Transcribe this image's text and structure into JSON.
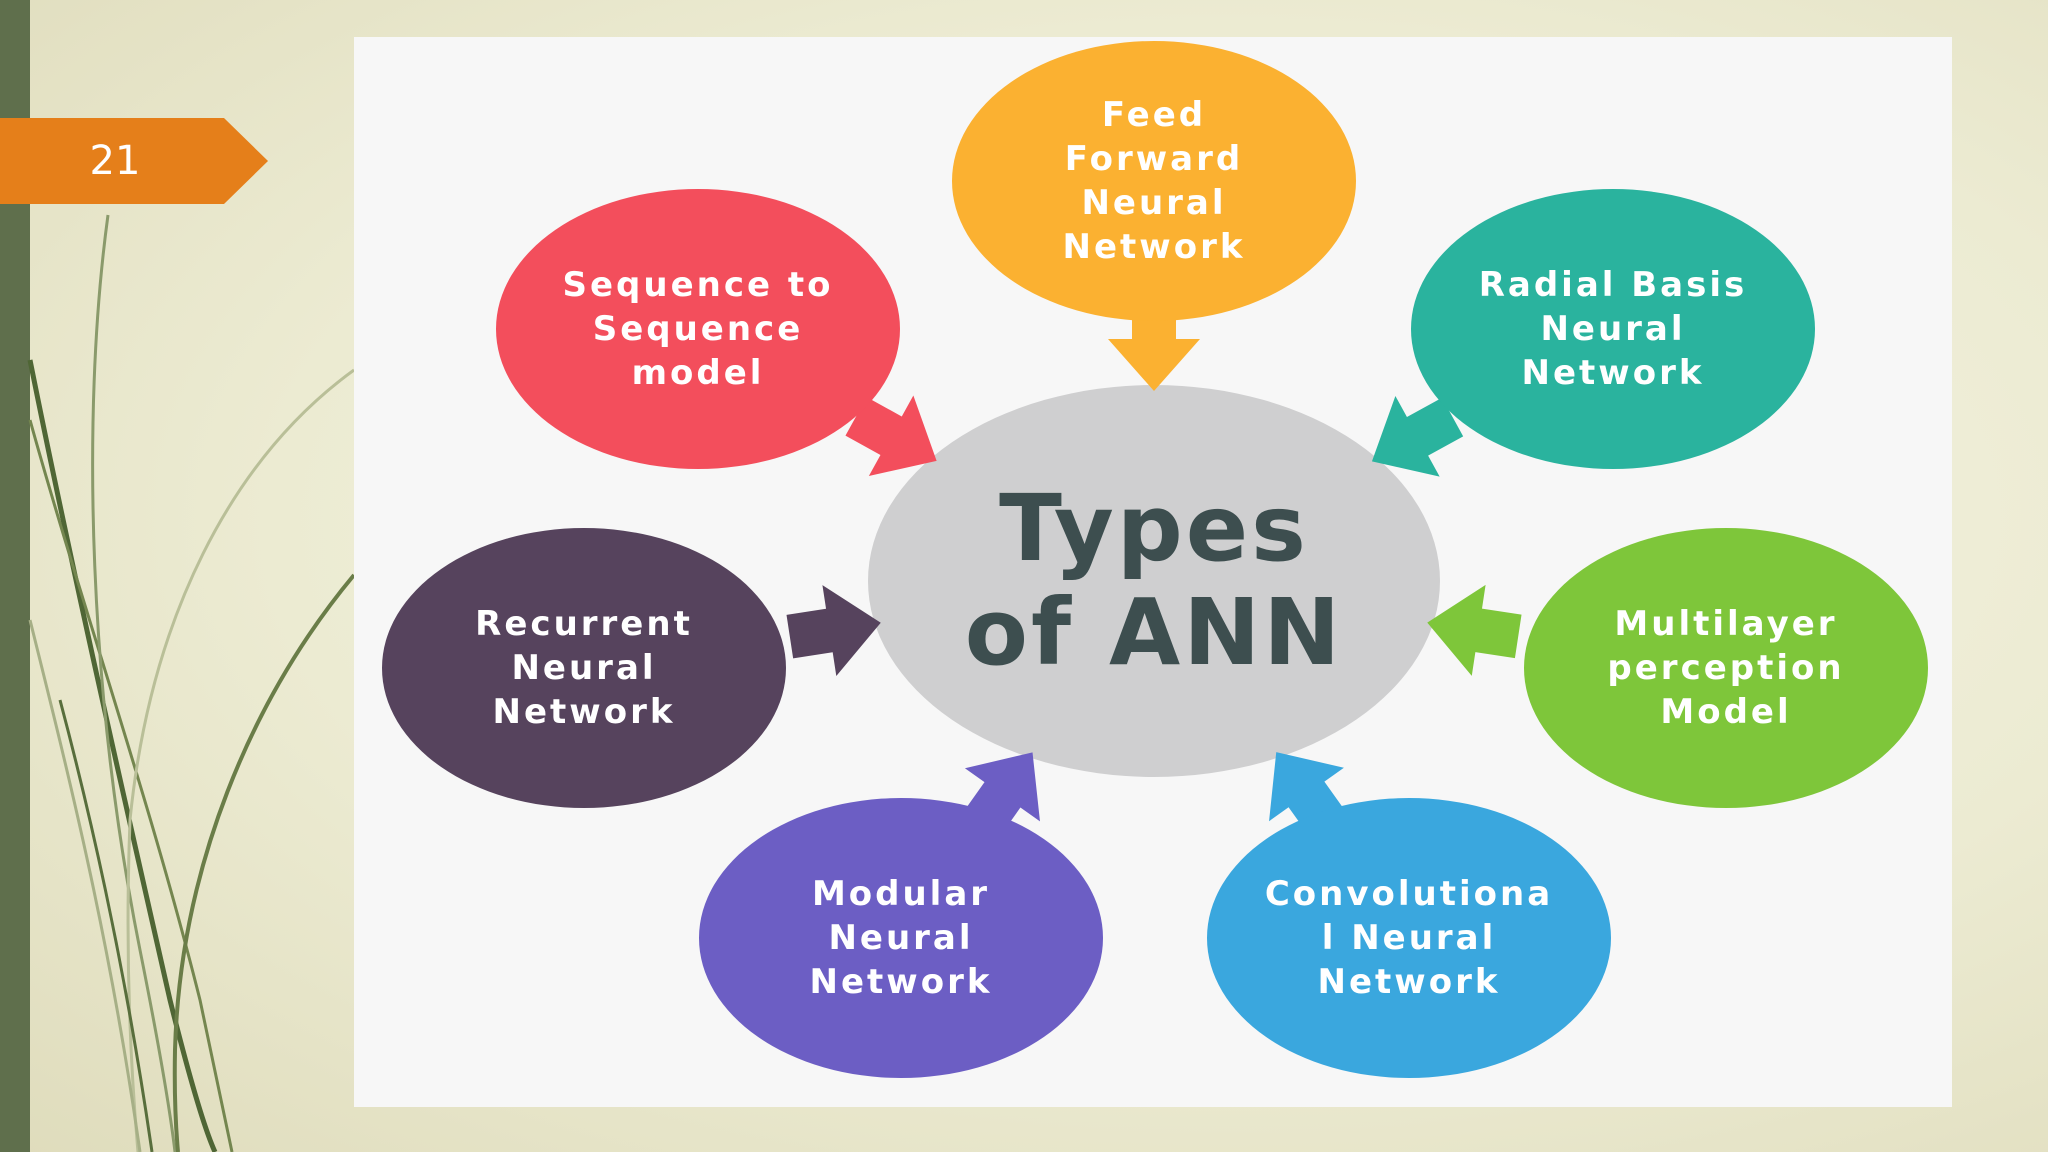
{
  "slide": {
    "page_number": "21",
    "colors": {
      "left_bar": "#5f6f4c",
      "page_tab": "#e57f1a",
      "panel": "#f7f7f7"
    }
  },
  "diagram": {
    "center": {
      "label": "Types\nof ANN",
      "fill": "#cfcfd0",
      "text_color": "#3d4e4f"
    },
    "nodes": [
      {
        "id": "feed-forward",
        "label": "Feed\nForward\nNeural\nNetwork",
        "color": "#fbb131"
      },
      {
        "id": "radial-basis",
        "label": "Radial Basis\nNeural\nNetwork",
        "color": "#2ab39e"
      },
      {
        "id": "multilayer",
        "label": "Multilayer\nperception\nModel",
        "color": "#7ec63a"
      },
      {
        "id": "convolutional",
        "label": "Convolutiona\nl Neural\nNetwork",
        "color": "#3aa7de"
      },
      {
        "id": "modular",
        "label": "Modular\nNeural\nNetwork",
        "color": "#6c5ec4"
      },
      {
        "id": "recurrent",
        "label": "Recurrent\nNeural\nNetwork",
        "color": "#56435d"
      },
      {
        "id": "seq2seq",
        "label": "Sequence to\nSequence\nmodel",
        "color": "#f34e5c"
      }
    ]
  }
}
